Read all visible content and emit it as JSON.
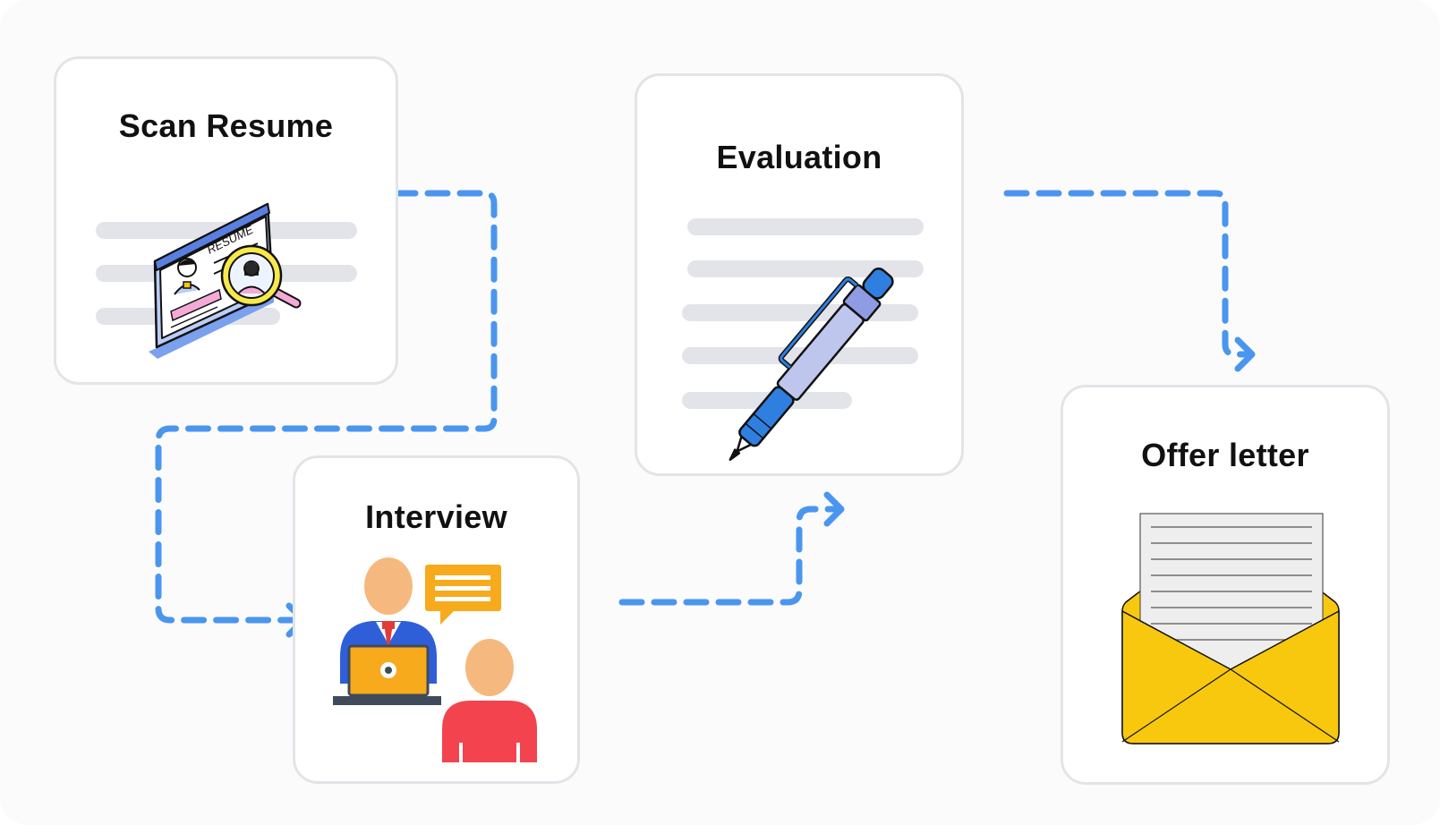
{
  "steps": [
    {
      "id": "scan",
      "title": "Scan Resume",
      "icon": "resume-magnifier-icon"
    },
    {
      "id": "interview",
      "title": "Interview",
      "icon": "interview-people-icon"
    },
    {
      "id": "evaluation",
      "title": "Evaluation",
      "icon": "pen-document-icon"
    },
    {
      "id": "offer",
      "title": "Offer letter",
      "icon": "envelope-letter-icon"
    }
  ],
  "illustration_text": {
    "resume_label": "RESUME"
  },
  "colors": {
    "connector": "#4a96ee",
    "card_border": "#e3e4e8",
    "placeholder_line": "#e3e4e9",
    "envelope": "#f8c80f",
    "speech_bubble": "#f6aa1c",
    "interviewee": "#f2434f",
    "skin": "#f5b97f",
    "pen_blue": "#2f7fe0"
  }
}
